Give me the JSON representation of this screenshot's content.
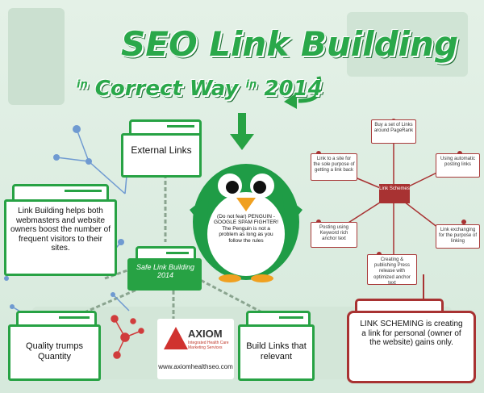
{
  "title": {
    "line1": "SEO Link Building",
    "line2_prefix": "in",
    "line2_main": "Correct Way",
    "line2_in": "in",
    "line2_year": "2014"
  },
  "cards": {
    "external": "External Links",
    "link_building": "Link Building helps both webmasters and website owners boost the number of frequent visitors to their sites.",
    "safe": "Safe Link Building 2014",
    "quality": "Quality trumps Quantity",
    "relevant": "Build Links that relevant",
    "scheming": "LINK SCHEMING is creating a link for personal (owner of the website) gains only."
  },
  "penguin": {
    "lines": "(Do not fear) PENGUIN - GOOGLE SPAM FIGHTER! The Penguin is not a problem as long as you follow the rules"
  },
  "schemes": {
    "center": "Link Schemes",
    "items": [
      "Buy a set of Links around PageRank",
      "Link to a site for the sole purpose of getting a link back",
      "Using automatic posting links",
      "Link exchanging for the purpose of linking",
      "Posting using Keyword rich anchor text",
      "Creating & publishing Press release with optimized anchor text"
    ]
  },
  "logo": {
    "name": "AXIOM",
    "tagline": "Integrated Health Care Marketing Services",
    "url": "www.axiomhealthseo.com"
  },
  "colors": {
    "green": "#27a244",
    "red": "#a83232",
    "bg": "#dfeee3"
  }
}
